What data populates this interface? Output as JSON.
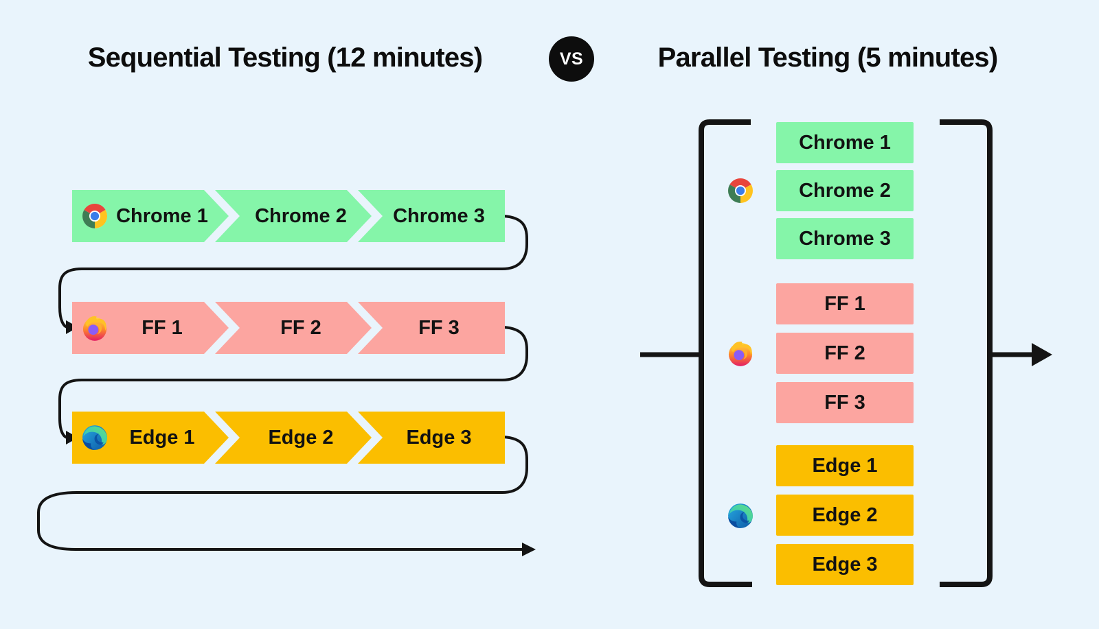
{
  "page": {
    "background_color": "#E9F4FC",
    "line_color": "#141414"
  },
  "header": {
    "left_title": "Sequential Testing (12 minutes)",
    "vs_label": "VS",
    "right_title": "Parallel Testing (5 minutes)"
  },
  "colors": {
    "chrome_green": "#85F5A9",
    "firefox_pink": "#FCA5A0",
    "edge_yellow": "#FBBE00",
    "text": "#121212"
  },
  "icons": [
    "chrome-icon",
    "firefox-icon",
    "edge-icon"
  ],
  "sequential": {
    "rows": [
      {
        "browser": "chrome",
        "color": "#85F5A9",
        "segments": [
          "Chrome 1",
          "Chrome 2",
          "Chrome 3"
        ]
      },
      {
        "browser": "firefox",
        "color": "#FCA5A0",
        "segments": [
          "FF 1",
          "FF 2",
          "FF 3"
        ]
      },
      {
        "browser": "edge",
        "color": "#FBBE00",
        "segments": [
          "Edge 1",
          "Edge 2",
          "Edge 3"
        ]
      }
    ]
  },
  "parallel": {
    "groups": [
      {
        "browser": "chrome",
        "color": "#85F5A9",
        "boxes": [
          "Chrome 1",
          "Chrome 2",
          "Chrome 3"
        ]
      },
      {
        "browser": "firefox",
        "color": "#FCA5A0",
        "boxes": [
          "FF 1",
          "FF 2",
          "FF 3"
        ]
      },
      {
        "browser": "edge",
        "color": "#FBBE00",
        "boxes": [
          "Edge 1",
          "Edge 2",
          "Edge 3"
        ]
      }
    ]
  }
}
